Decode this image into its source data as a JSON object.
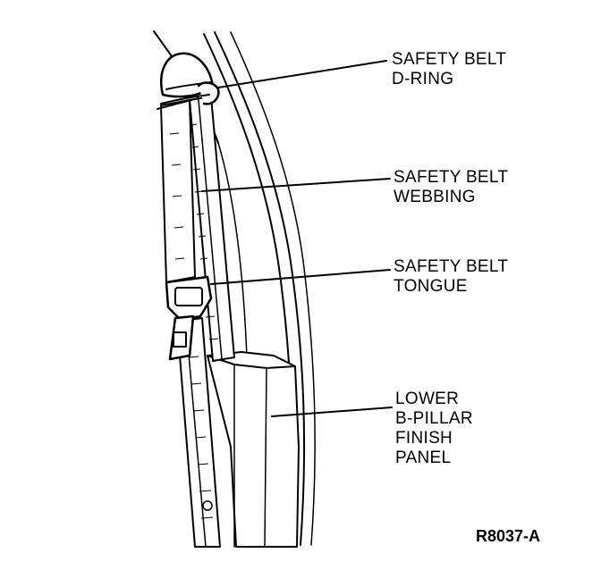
{
  "labels": {
    "d_ring": [
      "SAFETY BELT",
      "D-RING"
    ],
    "webbing": [
      "SAFETY BELT",
      "WEBBING"
    ],
    "tongue": [
      "SAFETY BELT",
      "TONGUE"
    ],
    "panel": [
      "LOWER",
      "B-PILLAR",
      "FINISH",
      "PANEL"
    ]
  },
  "figure_id": "R8037-A"
}
